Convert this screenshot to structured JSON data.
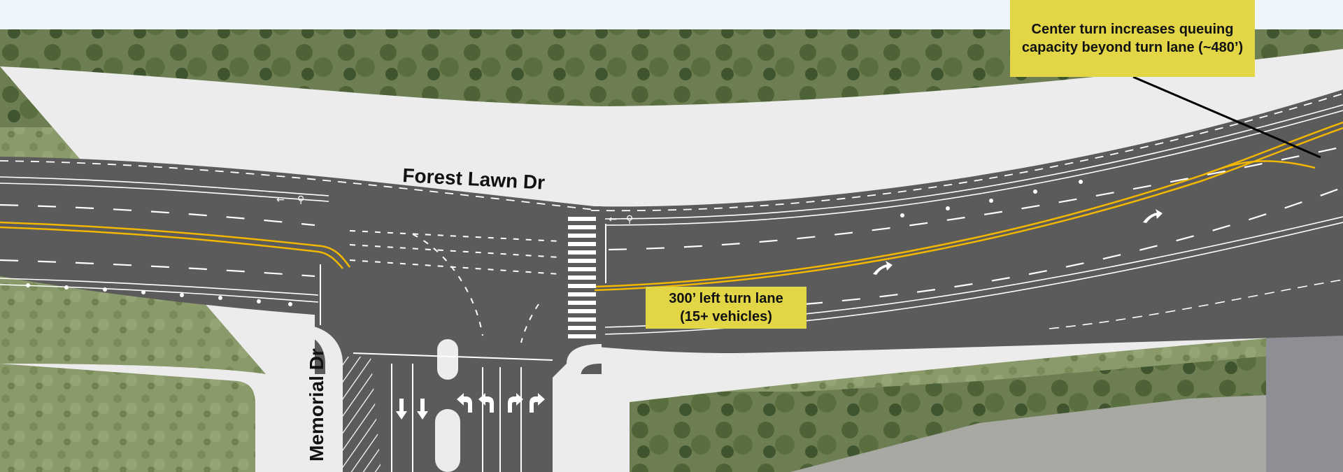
{
  "streets": {
    "main_street": "Forest Lawn Dr",
    "side_street": "Memorial Dr"
  },
  "callouts": {
    "center_turn": "Center turn increases queuing capacity beyond turn lane (~480’)",
    "left_turn_lane_line1": "300’ left turn lane",
    "left_turn_lane_line2": "(15+ vehicles)"
  },
  "colors": {
    "background": "#eef5fc",
    "sidewalk": "#ececec",
    "pavement": "#5b5b5b",
    "yellow_line": "#f2b700",
    "callout_fill": "#e2d647",
    "grass": "#8a9a6a"
  },
  "icons": [
    "bicycle-icon",
    "arrow-left-icon",
    "arrow-down-icon",
    "left-turn-arrow-icon",
    "right-turn-arrow-icon"
  ]
}
